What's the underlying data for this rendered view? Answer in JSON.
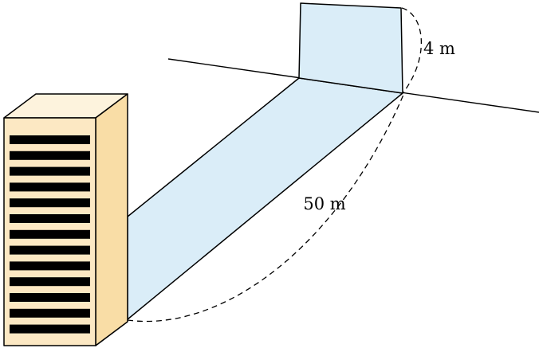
{
  "diagram": {
    "title": "building-shadow-and-wall-diagram",
    "labels": {
      "wall_height": "4 m",
      "shadow_length": "50 m"
    },
    "colors": {
      "background": "#ffffff",
      "building_front": "#fce8c3",
      "building_side": "#f9dda6",
      "building_top": "#fdf3dd",
      "window_stripe": "#000000",
      "shadow_strip": "#daedf8",
      "wall": "#daedf8",
      "outline": "#000000"
    },
    "building": {
      "window_stripe_count": 13
    }
  }
}
